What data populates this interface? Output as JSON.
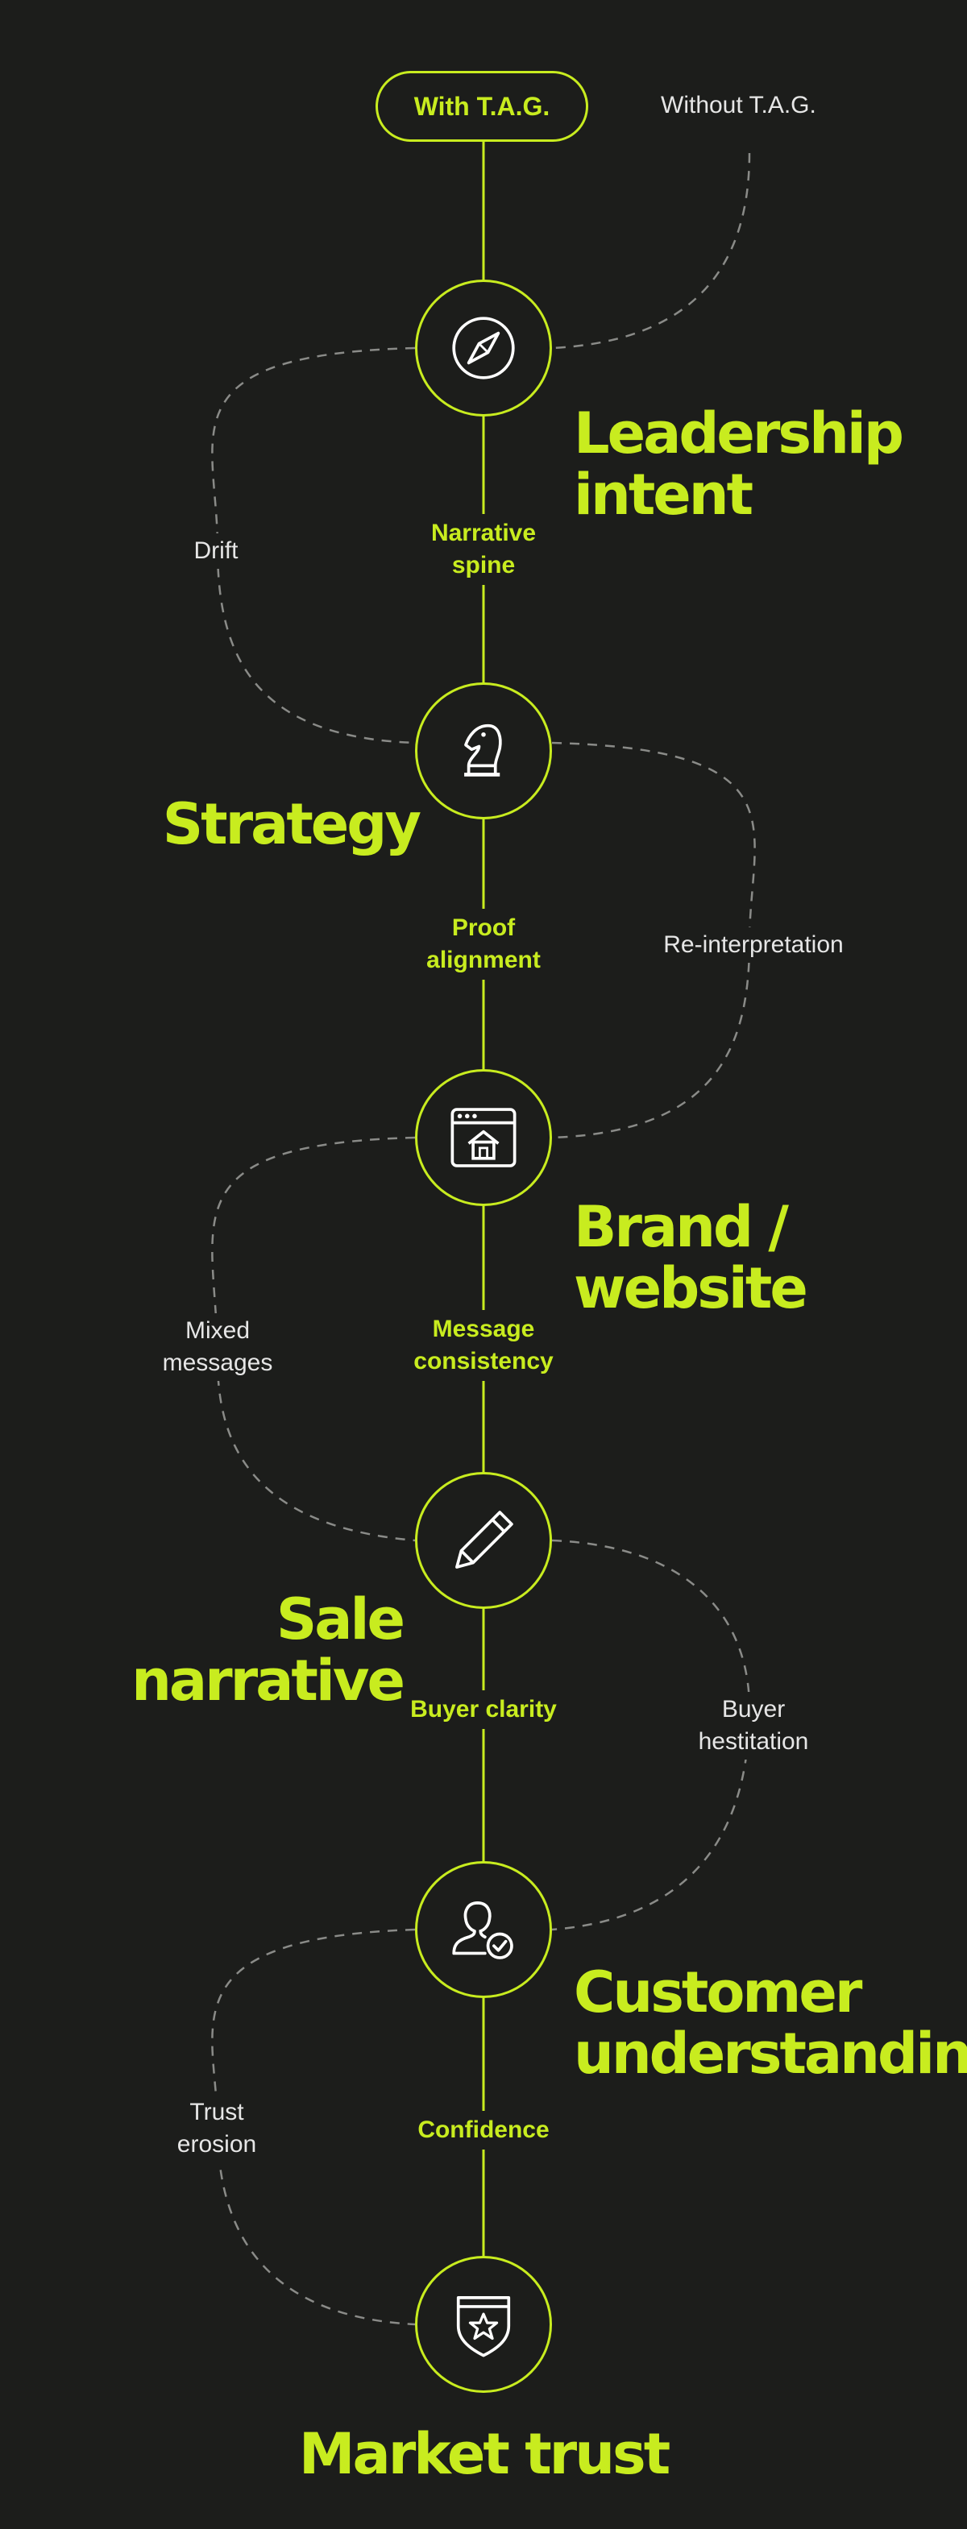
{
  "header": {
    "with_label": "With T.A.G.",
    "without_label": "Without T.A.G."
  },
  "stages": [
    {
      "title": "Leadership intent",
      "icon": "compass-icon"
    },
    {
      "title": "Strategy",
      "icon": "chess-knight-icon"
    },
    {
      "title": "Brand / website",
      "icon": "browser-home-icon"
    },
    {
      "title": "Sale narrative",
      "icon": "pencil-icon"
    },
    {
      "title": "Customer understanding",
      "icon": "user-check-icon"
    },
    {
      "title": "Market trust",
      "icon": "shield-star-icon"
    }
  ],
  "links_with": [
    "Narrative spine",
    "Proof alignment",
    "Message consistency",
    "Buyer clarity",
    "Confidence"
  ],
  "links_without": [
    "Drift",
    "Re-interpretation",
    "Mixed messages",
    "Buyer hestitation",
    "Trust erosion"
  ],
  "colors": {
    "background": "#1c1d1b",
    "accent": "#c8ec1f",
    "text_light": "#e6e6e6",
    "dashed_line": "#8a8b88"
  }
}
